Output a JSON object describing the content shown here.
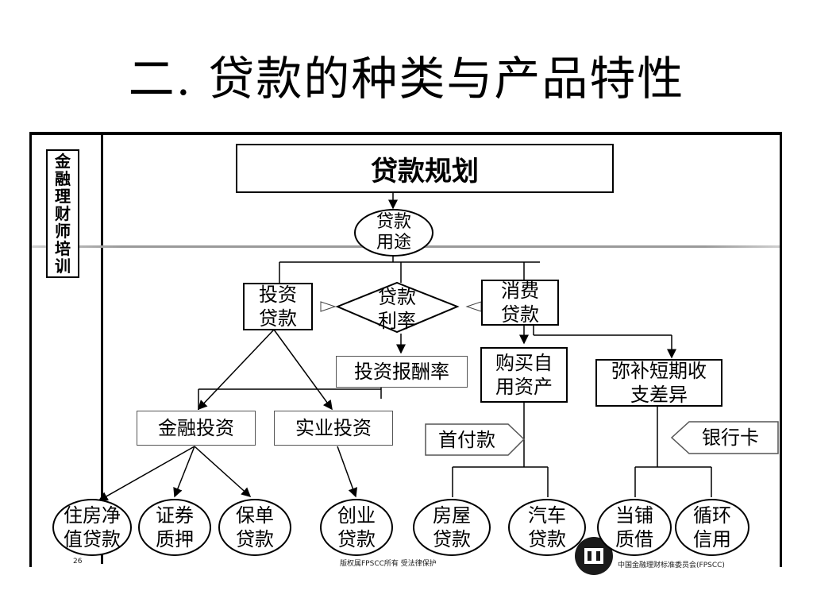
{
  "title": "二. 贷款的种类与产品特性",
  "side_label": [
    "金",
    "融",
    "理",
    "财",
    "师",
    "培",
    "训"
  ],
  "header": "贷款规划",
  "nodes": {
    "loan_use": "贷款用途",
    "invest_loan": "投资贷款",
    "interest_rate": "贷款利率",
    "consumer_loan": "消费贷款",
    "return_rate": "投资报酬率",
    "buy_assets": "购买自用资产",
    "cover_gap": "弥补短期收支差异",
    "financial_invest": "金融投资",
    "industrial_invest": "实业投资",
    "down_payment": "首付款",
    "bank_card": "银行卡",
    "home_equity": "住房净值贷款",
    "securities_pledge": "证券质押",
    "policy_loan": "保单贷款",
    "startup_loan": "创业贷款",
    "housing_loan": "房屋贷款",
    "auto_loan": "汽车贷款",
    "pawn_loan": "当铺质借",
    "revolving_credit": "循环信用"
  },
  "footer": {
    "page_number": "26",
    "copyright": "版权属FPSCC所有 受法律保护",
    "org": "中国金融理财标准委员会(FPSCC)"
  }
}
